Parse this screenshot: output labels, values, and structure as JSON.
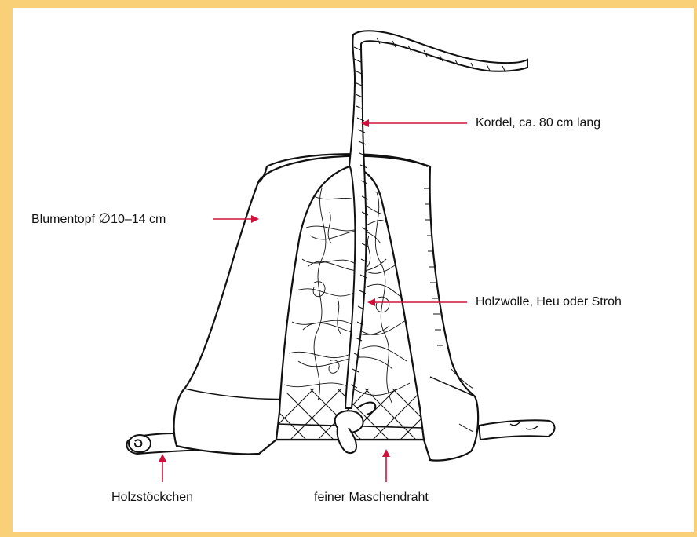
{
  "labels": {
    "cord": "Kordel, ca. 80 cm lang",
    "pot_prefix": "Blumentopf ",
    "pot_symbol": "∅",
    "pot_size": "10–14 cm",
    "filling": "Holzwolle, Heu oder Stroh",
    "sticks": "Holzstöckchen",
    "wire": "feiner Maschendraht"
  },
  "colors": {
    "background": "#f9cf77",
    "panel": "#ffffff",
    "arrow": "#d0103a",
    "ink": "#111111"
  }
}
